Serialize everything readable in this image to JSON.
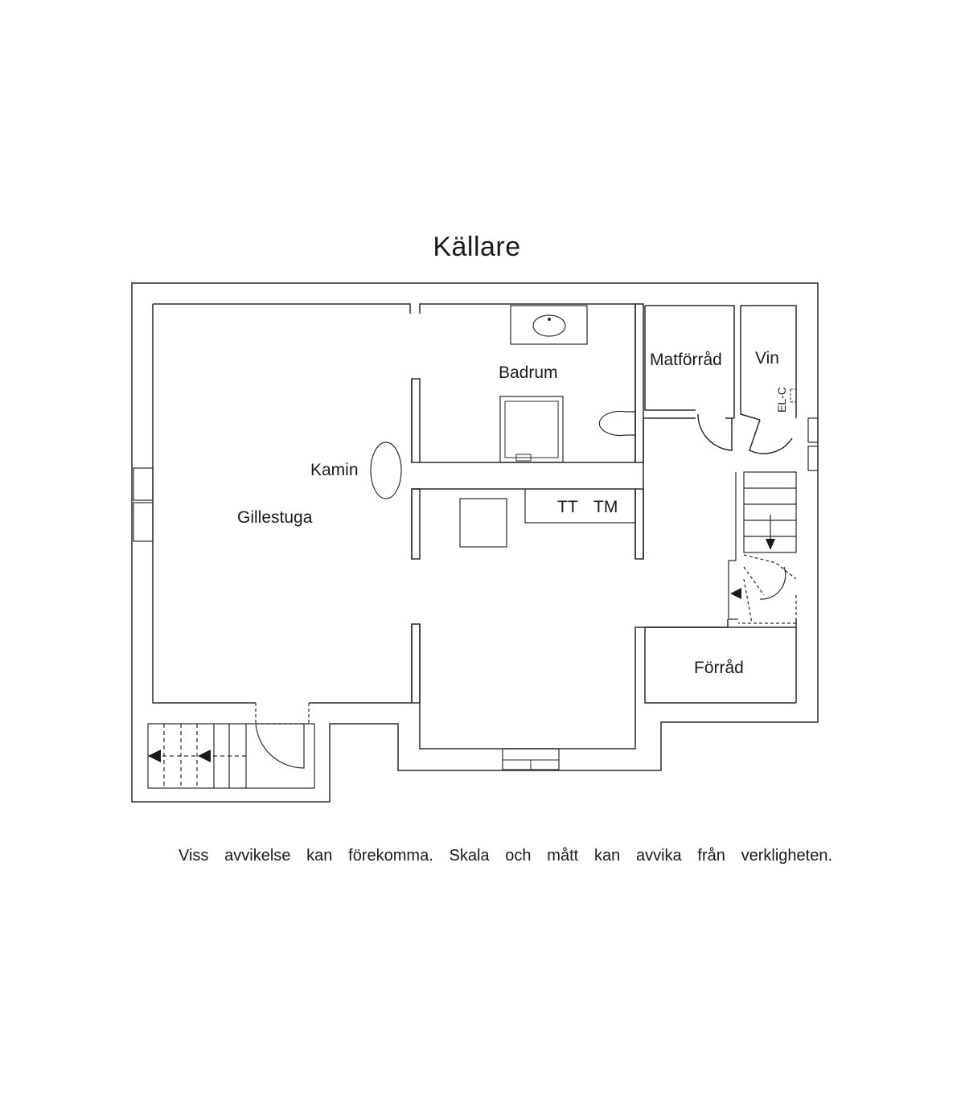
{
  "title": "Källare",
  "rooms": {
    "gillestuga": "Gillestuga",
    "kamin": "Kamin",
    "badrum": "Badrum",
    "matforrad": "Matförråd",
    "vin": "Vin",
    "el_c": "EL-C",
    "forrad": "Förråd",
    "tt": "TT",
    "tm": "TM"
  },
  "disclaimer": "Viss avvikelse kan förekomma. Skala och mått kan avvika från verkligheten."
}
